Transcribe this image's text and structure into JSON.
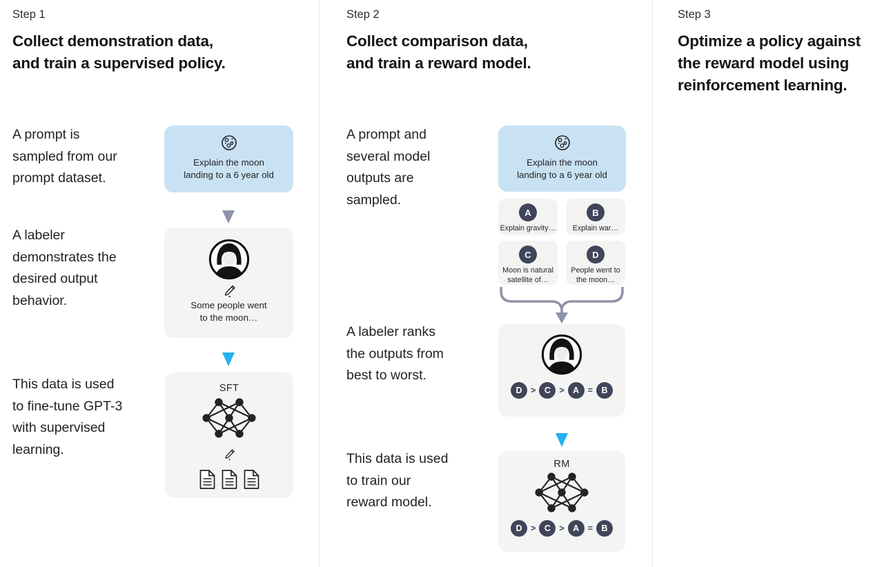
{
  "step1": {
    "label": "Step 1",
    "title": "Collect demonstration data,\nand train a supervised policy.",
    "caption_prompt": "A prompt is\nsampled from our\nprompt dataset.",
    "caption_labeler": "A labeler\ndemonstrates the\ndesired output\nbehavior.",
    "caption_finetune": "This data is used\nto fine-tune GPT-3\nwith supervised\nlearning.",
    "prompt_card_text": "Explain the moon\nlanding to a 6 year old",
    "labeler_card_text": "Some people went\nto the moon…",
    "model_label": "SFT"
  },
  "step2": {
    "label": "Step 2",
    "title": "Collect comparison data,\nand train a reward model.",
    "caption_prompt": "A prompt and\nseveral model\noutputs are\nsampled.",
    "caption_rank": "A labeler ranks\nthe outputs from\nbest to worst.",
    "caption_reward": "This data is used\nto train our\nreward model.",
    "prompt_card_text": "Explain the moon\nlanding to a 6 year old",
    "outputs": [
      {
        "badge": "A",
        "text": "Explain gravity…"
      },
      {
        "badge": "B",
        "text": "Explain war…"
      },
      {
        "badge": "C",
        "text": "Moon is natural\nsatellite of…"
      },
      {
        "badge": "D",
        "text": "People went to\nthe moon…"
      }
    ],
    "ranking": [
      "D",
      ">",
      "C",
      ">",
      "A",
      "=",
      "B"
    ],
    "model_label": "RM"
  },
  "step3": {
    "label": "Step 3",
    "title": "Optimize a policy against\nthe reward model using\nreinforcement learning."
  },
  "colors": {
    "prompt_card_bg": "#c9e2f3",
    "card_bg": "#f4f4f3",
    "badge_bg": "#40455a",
    "arrow_gray": "#8e92a8",
    "arrow_cyan": "#22b1f2"
  }
}
